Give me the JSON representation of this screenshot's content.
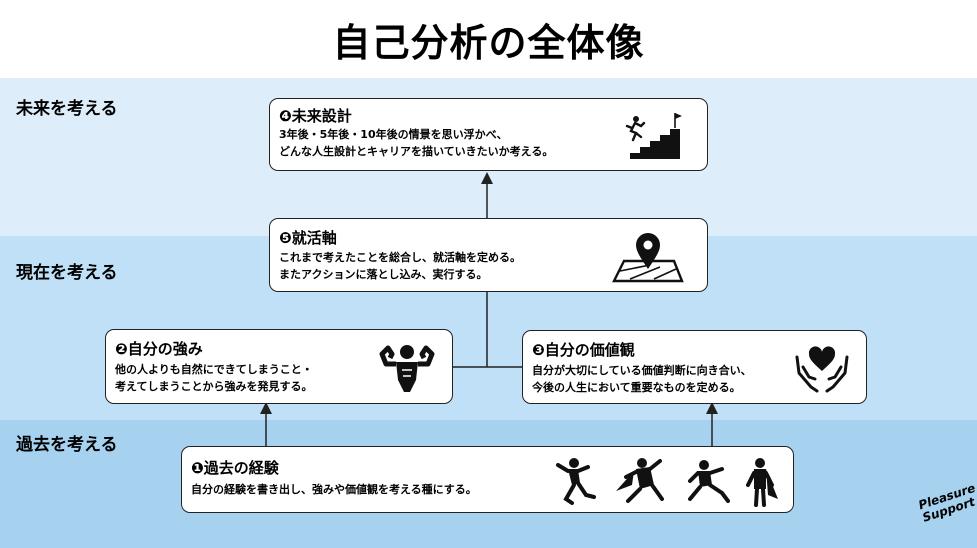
{
  "title": "自己分析の全体像",
  "bands": {
    "future": "未来を考える",
    "present": "現在を考える",
    "past": "過去を考える"
  },
  "boxes": {
    "future_design": {
      "number": "❹",
      "title": "未来設計",
      "lines": [
        "3年後・5年後・10年後の情景を思い浮かべ、",
        "どんな人生設計とキャリアを描いていきたいか考える。"
      ],
      "icon": "running-up-stairs-to-flag-icon"
    },
    "job_axis": {
      "number": "❺",
      "title": "就活軸",
      "lines": [
        "これまで考えたことを総合し、就活軸を定める。",
        "またアクションに落とし込み、実行する。"
      ],
      "icon": "map-pin-icon"
    },
    "strengths": {
      "number": "❷",
      "title": "自分の強み",
      "lines": [
        "他の人よりも自然にできてしまうこと・",
        "考えてしまうことから強みを発見する。"
      ],
      "icon": "muscle-flex-icon"
    },
    "values": {
      "number": "❸",
      "title": "自分の価値観",
      "lines": [
        "自分が大切にしている価値判断に向き合い、",
        "今後の人生において重要なものを定める。"
      ],
      "icon": "hands-holding-heart-icon"
    },
    "past_experience": {
      "number": "❶",
      "title": "過去の経験",
      "lines": [
        "自分の経験を書き出し、強みや価値観を考える種にする。"
      ],
      "icon": "action-figures-icon"
    }
  },
  "logo": {
    "line1": "Pleasure",
    "line2": "Support"
  }
}
